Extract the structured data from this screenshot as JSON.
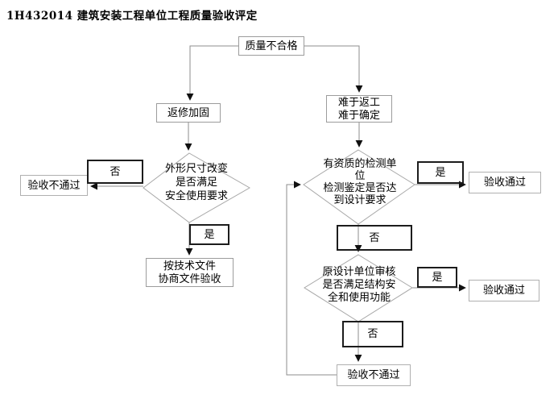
{
  "page_title": "1H432014 建筑安装工程单位工程质量验收评定",
  "colors": {
    "line": "#8c8c8c",
    "arrowhead": "#111111",
    "process_border": "#9c9c9c",
    "label_border": "#1c1c1c"
  },
  "flowchart": {
    "nodes": {
      "quality_fail": "质量不合格",
      "repair": "返修加固",
      "hard_rework": [
        "难于返工",
        "难于确定"
      ],
      "shape_decision": [
        "外形尺寸改变",
        "是否满足",
        "安全使用要求"
      ],
      "fail_left": "验收不通过",
      "negotiate": [
        "按技术文件",
        "协商文件验收"
      ],
      "test_decision": [
        "有资质的检测单",
        "位",
        "检测鉴定是否达",
        "到设计要求"
      ],
      "pass_1": "验收通过",
      "design_decision": [
        "原设计单位审核",
        "是否满足结构安",
        "全和使用功能"
      ],
      "pass_2": "验收通过",
      "fail_bottom": "验收不通过"
    },
    "labels": {
      "no_left": "否",
      "yes_left": "是",
      "yes_right_1": "是",
      "no_right_mid": "否",
      "yes_right_2": "是",
      "no_bottom": "否"
    }
  }
}
